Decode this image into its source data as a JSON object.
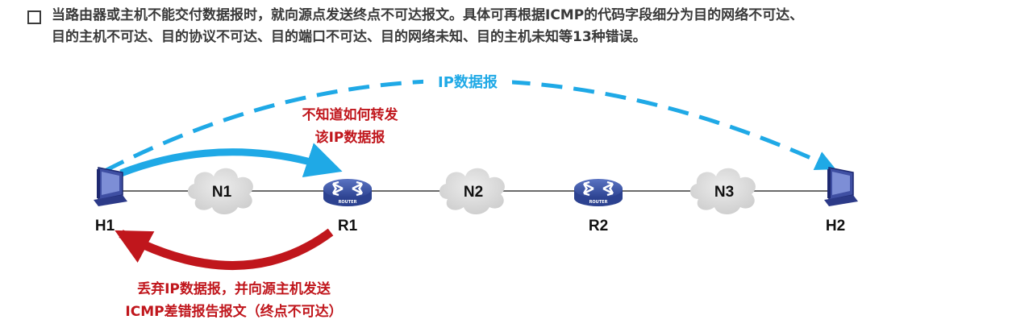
{
  "paragraph": {
    "line1": "当路由器或主机不能交付数据报时，就向源点发送终点不可达报文。具体可再根据ICMP的代码字段细分为目的网络不可达、",
    "line2": "目的主机不可达、目的协议不可达、目的端口不可达、目的网络未知、目的主机未知等13种错误。"
  },
  "diagram": {
    "hosts": [
      {
        "label": "H1"
      },
      {
        "label": "H2"
      }
    ],
    "routers": [
      {
        "label": "R1",
        "badge": "ROUTER"
      },
      {
        "label": "R2",
        "badge": "ROUTER"
      }
    ],
    "networks": [
      {
        "label": "N1"
      },
      {
        "label": "N2"
      },
      {
        "label": "N3"
      }
    ],
    "dashed_arrow_label": "IP数据报",
    "forward_label": [
      "不知道如何转发",
      "该IP数据报"
    ],
    "return_label": [
      "丢弃IP数据报，并向源主机发送",
      "ICMP差错报告报文（终点不可达）"
    ],
    "colors": {
      "blue": "#1fa9e6",
      "red": "#c0161c",
      "router": "#3d57a8",
      "cloud": "#dcdcdc"
    }
  }
}
